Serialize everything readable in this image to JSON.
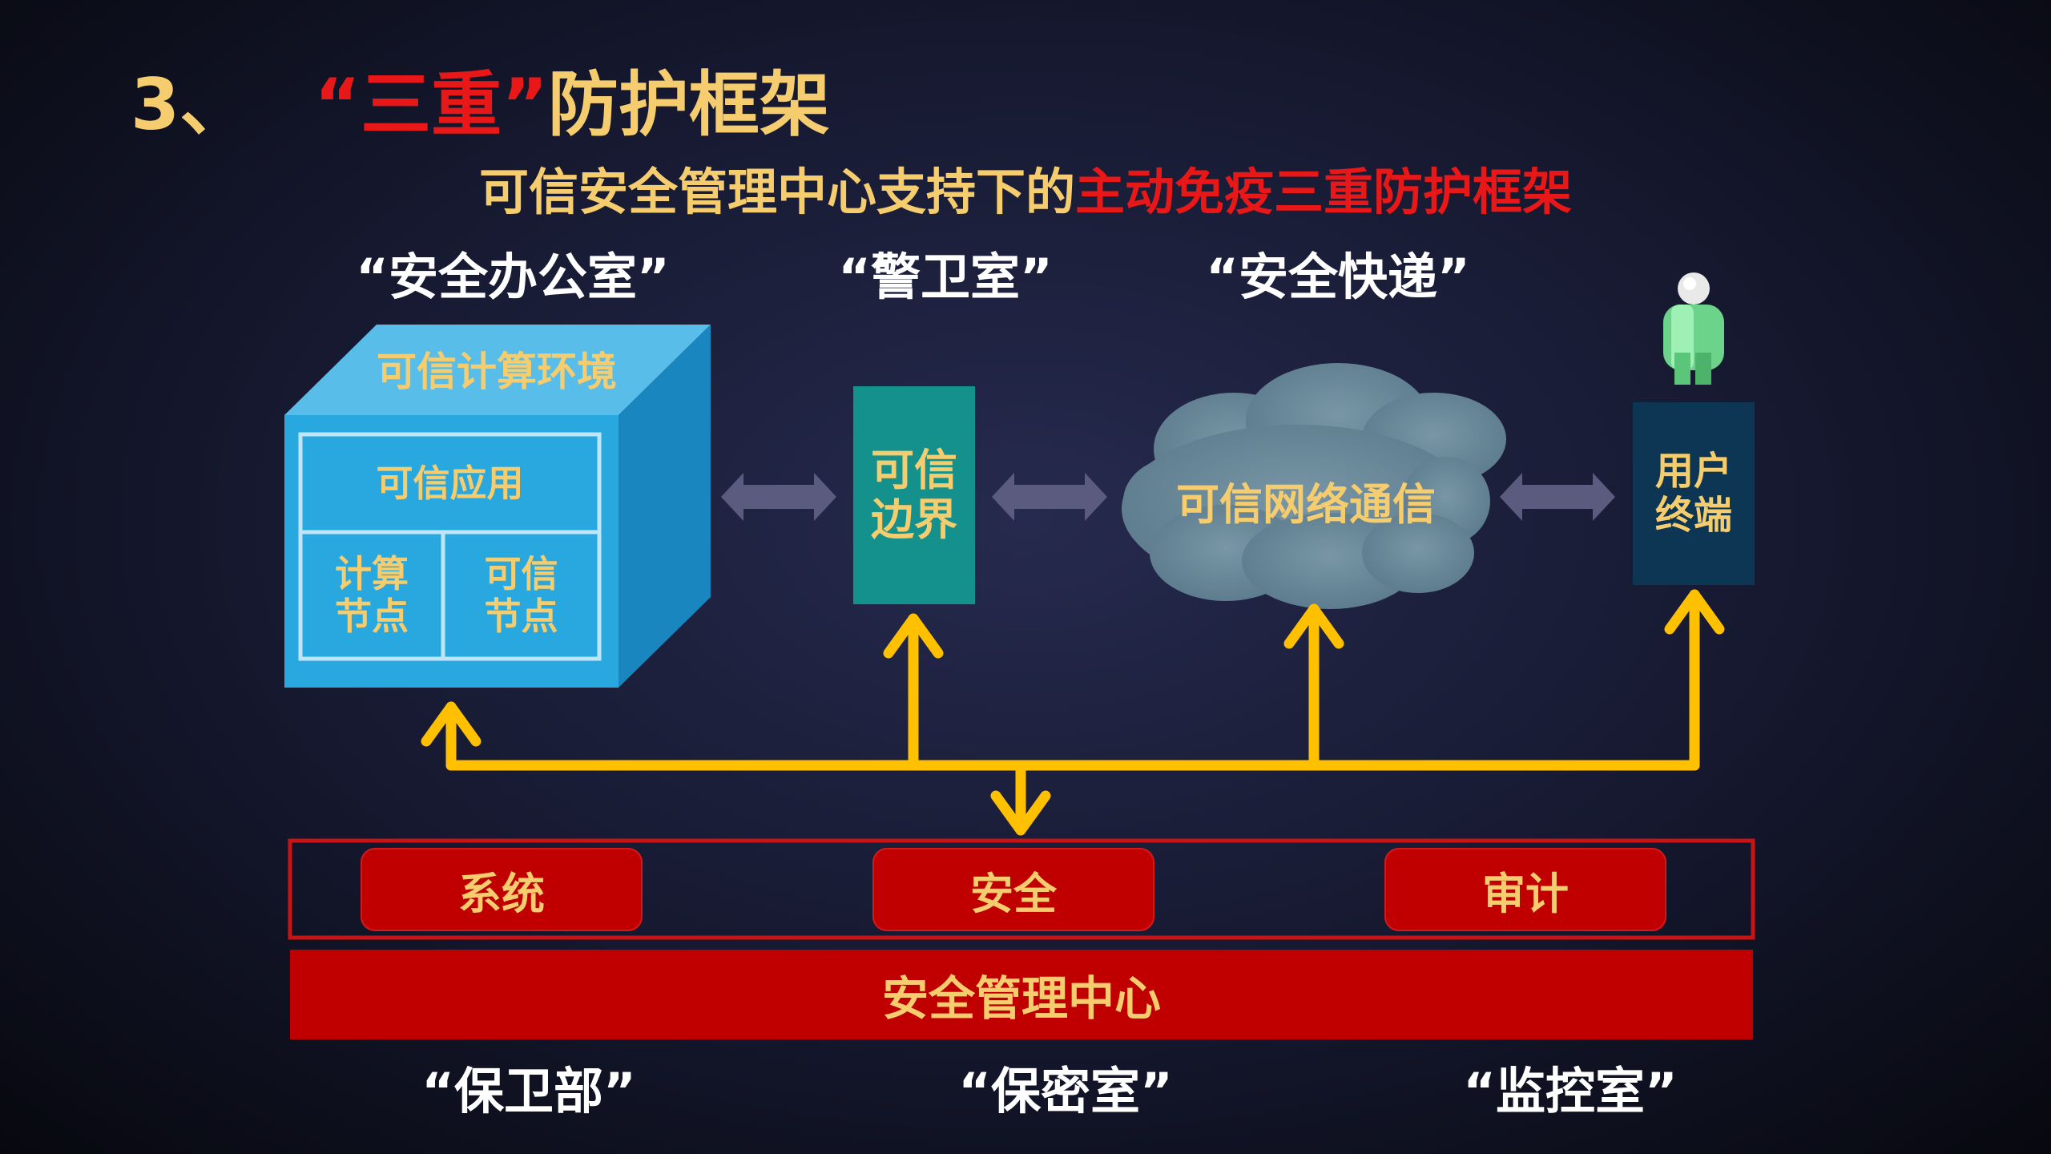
{
  "title": {
    "number": "3、",
    "highlight": "“三重”",
    "rest": "防护框架"
  },
  "subtitle": {
    "part1": "可信安全管理中心支持下的",
    "part2": "主动免疫三重防护框架"
  },
  "metaphors_top": [
    "“安全办公室”",
    "“警卫室”",
    "“安全快递”"
  ],
  "metaphors_bottom": [
    "“保卫部”",
    "“保密室”",
    "“监控室”"
  ],
  "cube": {
    "top_label": "可信计算环境",
    "app_label": "可信应用",
    "cell_left": [
      "计算",
      "节点"
    ],
    "cell_right": [
      "可信",
      "节点"
    ]
  },
  "boundary": {
    "line1": "可信",
    "line2": "边界"
  },
  "cloud": {
    "label": "可信网络通信"
  },
  "terminal": {
    "line1": "用户",
    "line2": "终端"
  },
  "mgmt": {
    "pills": [
      "系统",
      "安全",
      "审计"
    ],
    "center_label": "安全管理中心"
  },
  "colors": {
    "gold_text": "#f5cd6e",
    "red_accent": "#e81818",
    "cube_blue": "#29a8e0",
    "boundary_teal": "#15918d",
    "cloud_grey": "#6c8b9c",
    "terminal_navy": "#0d3654",
    "arrow_yellow": "#ffc000",
    "double_arrow": "#5b5b80",
    "mgmt_red": "#c00000"
  },
  "icons": [
    "user-figure-icon",
    "double-arrow-icon",
    "up-arrow-icon"
  ]
}
